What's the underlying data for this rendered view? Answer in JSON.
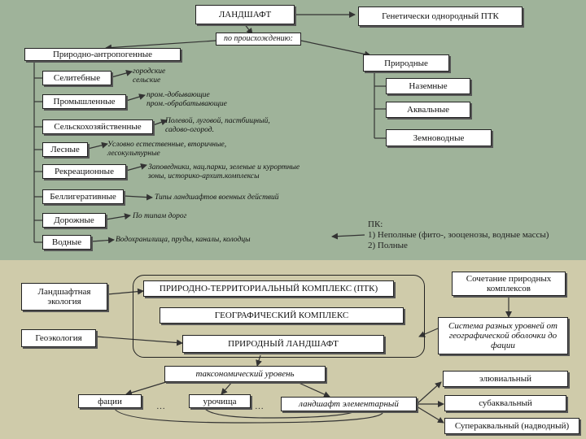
{
  "top": {
    "landscape": "ЛАНДШАФТ",
    "genetic_ptk": "Генетически однородный ПТК",
    "by_origin": "по происхождению:",
    "natural_anthropogenic": "Природно-антропогенные",
    "natural": "Природные"
  },
  "anthropogenic_types": [
    {
      "label": "Селитебные",
      "note": "городские\nсельские"
    },
    {
      "label": "Промышленные",
      "note": "пром.-добывающие\nпром.-обрабатывающие"
    },
    {
      "label": "Сельскохозяйственные",
      "note": "Полевой, луговой, пастбищный,\nсадово-огород."
    },
    {
      "label": "Лесные",
      "note": "Условно естественные, вторичные,\nлесокультурные"
    },
    {
      "label": "Рекреационные",
      "note": "Заповедники, нац.парки, зеленые и курортные\nзоны, историко-архит.комплексы"
    },
    {
      "label": "Беллигеративные",
      "note": "Типы ландшафтов военных действий"
    },
    {
      "label": "Дорожные",
      "note": "По типам дорог"
    },
    {
      "label": "Водные",
      "note": "Водохранилища, пруды, каналы, колодцы"
    }
  ],
  "natural_types": [
    "Наземные",
    "Аквальные",
    "Земноводные"
  ],
  "pk_note": {
    "line1": "ПК:",
    "line2": "1) Неполные (фито-, зооценозы, водные массы)",
    "line3": "2) Полные"
  },
  "bottom": {
    "ptk": "ПРИРОДНО-ТЕРРИТОРИАЛЬНЫЙ КОМПЛЕКС (ПТК)",
    "geo_complex": "ГЕОГРАФИЧЕСКИЙ КОМПЛЕКС",
    "natural_landscape": "ПРИРОДНЫЙ ЛАНДШАФТ",
    "landscape_ecology": "Ландшафтная экология",
    "geoecology": "Геоэкология",
    "combination": "Сочетание природных комплексов",
    "system_levels": "Система разных уровней от географической оболочки до фации",
    "taxonomic": "таксономический уровень",
    "facies": "фации",
    "urochishcha": "урочища",
    "elementary": "ландшафт элементарный",
    "dots": "…",
    "eluvial": "элювиальный",
    "subaqual": "субаквальный",
    "superaqual": "Супераквальный (надводный)"
  }
}
